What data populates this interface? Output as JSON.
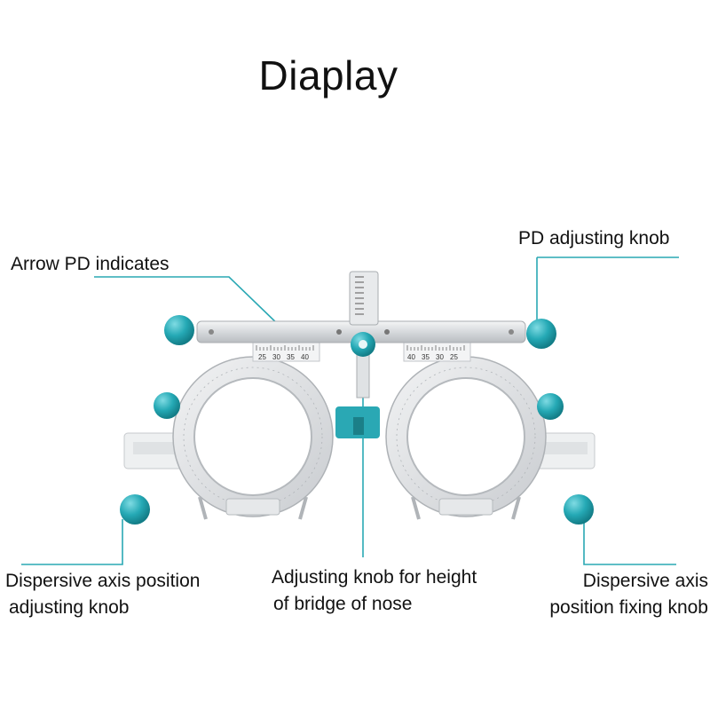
{
  "title": "Diaplay",
  "labels": {
    "arrow_pd": "Arrow PD indicates",
    "pd_knob": "PD adjusting knob",
    "disp_axis_adjust": [
      "Dispersive axis position",
      "adjusting knob"
    ],
    "bridge_height": [
      "Adjusting knob for height",
      "of bridge of nose"
    ],
    "disp_axis_fix": [
      "Dispersive axis",
      "position fixing knob"
    ]
  },
  "scale_left": [
    "25",
    "30",
    "35",
    "40"
  ],
  "scale_right": [
    "40",
    "35",
    "30",
    "25"
  ],
  "colors": {
    "knob": "#2aa8b4",
    "callout": "#2aa8b4",
    "metal": "#d9dcdf"
  }
}
